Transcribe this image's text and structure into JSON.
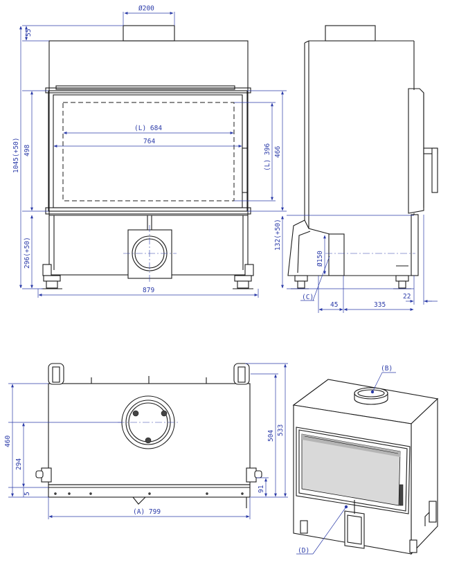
{
  "dimensions": {
    "flue_diameter": "Ø200",
    "top_height": "55",
    "total_height": "1045(+50)",
    "glass_height": "498",
    "lower_height": "296(+50)",
    "opening_width_l": "(L) 684",
    "inner_width": "764",
    "opening_height_l": "(L) 396",
    "door_height": "466",
    "total_width": "879",
    "air_height": "132(+50)",
    "air_diameter": "Ø150",
    "side_offset": "45",
    "side_depth": "335",
    "side_back": "22",
    "top_depth_460": "460",
    "top_depth_294": "294",
    "top_small_5": "5",
    "top_right_504": "504",
    "top_right_533": "533",
    "top_right_91": "91",
    "bottom_width": "(A) 799"
  },
  "callouts": {
    "c_label": "(C)",
    "b_label": "(B)",
    "d_label": "(D)"
  }
}
